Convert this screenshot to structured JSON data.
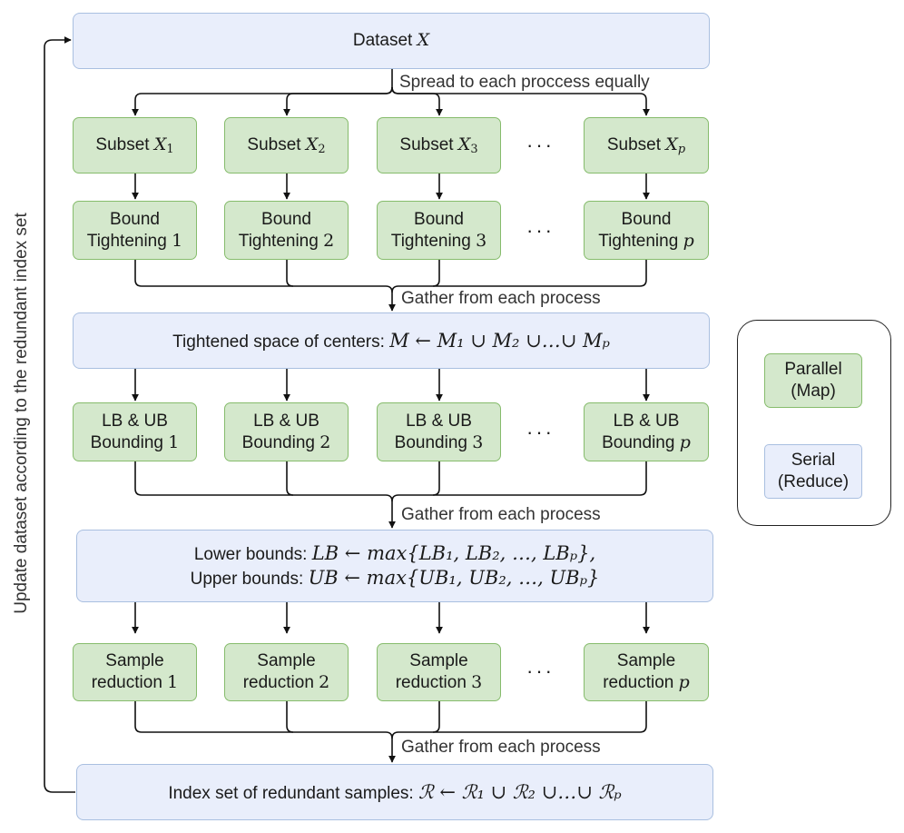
{
  "dataset": {
    "label": "Dataset",
    "symbol": "X"
  },
  "spread_label": "Spread to each proccess equally",
  "gather_label": "Gather from each process",
  "update_label": "Update dataset according to the redundant index set",
  "ellipsis": "···",
  "subsets": {
    "label": "Subset",
    "symbol": "X",
    "indices": [
      "1",
      "2",
      "3",
      "p"
    ]
  },
  "bound_tightening": {
    "line1": "Bound",
    "line2": "Tightening",
    "indices": [
      "1",
      "2",
      "3",
      "p"
    ]
  },
  "tightened": {
    "label": "Tightened space of centers:",
    "formula": "M ← M₁ ∪ M₂ ∪…∪ Mₚ"
  },
  "lbub": {
    "line1": "LB & UB",
    "line2": "Bounding",
    "indices": [
      "1",
      "2",
      "3",
      "p"
    ]
  },
  "bounds": {
    "lower_label": "Lower bounds:",
    "lower_formula": "LB ← max{LB₁, LB₂, …, LBₚ},",
    "upper_label": "Upper bounds:",
    "upper_formula": "UB ← max{UB₁, UB₂, …, UBₚ}"
  },
  "sample_reduction": {
    "line1": "Sample",
    "line2": "reduction",
    "indices": [
      "1",
      "2",
      "3",
      "p"
    ]
  },
  "index_set": {
    "label": "Index set of redundant samples:",
    "formula": "ℛ ← ℛ₁ ∪ ℛ₂ ∪…∪ ℛₚ"
  },
  "legend": {
    "parallel": "Parallel",
    "parallel_sub": "(Map)",
    "serial": "Serial",
    "serial_sub": "(Reduce)"
  },
  "colors": {
    "serial_fill": "#e9eefb",
    "serial_border": "#a9bfe0",
    "parallel_fill": "#d4e8cc",
    "parallel_border": "#86bc6c"
  }
}
